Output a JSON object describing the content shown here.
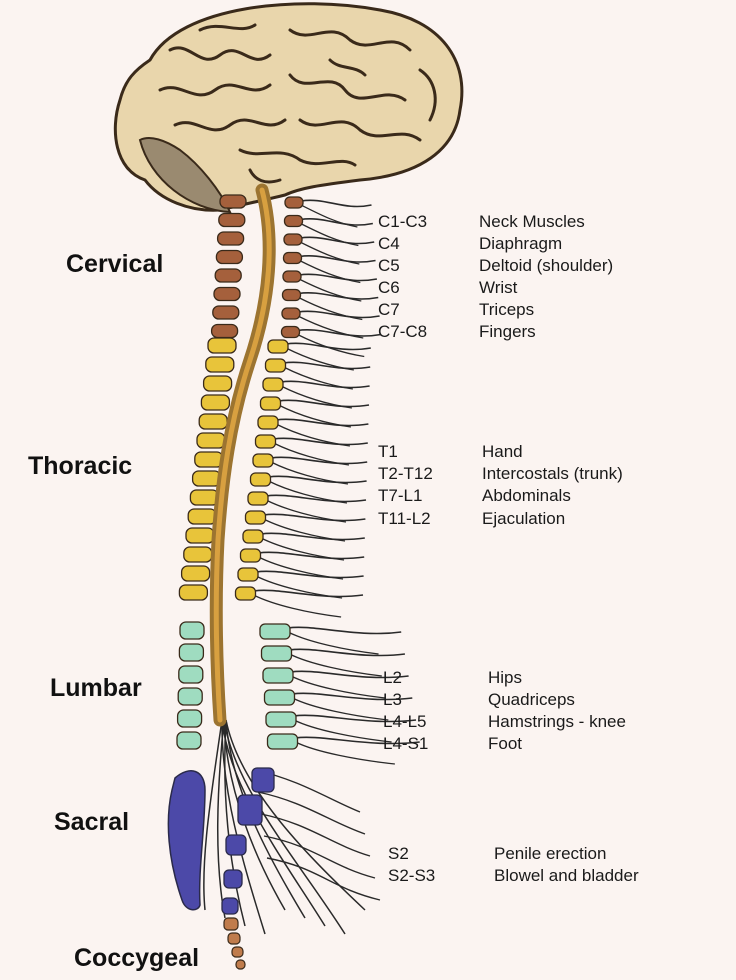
{
  "colors": {
    "background": "#fbf4f1",
    "cervical": "#a5603c",
    "thoracic": "#e8c43a",
    "lumbar": "#9fdcc0",
    "sacral": "#4c49a8",
    "coccygeal": "#c07c4c",
    "cord": "#8c6a2c",
    "brain": "#e8d4a8",
    "nerve": "#2a2a2a"
  },
  "regions": {
    "cervical": "Cervical",
    "thoracic": "Thoracic",
    "lumbar": "Lumbar",
    "sacral": "Sacral",
    "coccygeal": "Coccygeal"
  },
  "innervation": {
    "cervical": [
      {
        "level": "C1-C3",
        "function": "Neck Muscles"
      },
      {
        "level": "C4",
        "function": "Diaphragm"
      },
      {
        "level": "C5",
        "function": "Deltoid (shoulder)"
      },
      {
        "level": "C6",
        "function": "Wrist"
      },
      {
        "level": "C7",
        "function": "Triceps"
      },
      {
        "level": "C7-C8",
        "function": "Fingers"
      }
    ],
    "thoracic": [
      {
        "level": "T1",
        "function": "Hand"
      },
      {
        "level": "T2-T12",
        "function": "Intercostals (trunk)"
      },
      {
        "level": "T7-L1",
        "function": "Abdominals"
      },
      {
        "level": "T11-L2",
        "function": "Ejaculation"
      }
    ],
    "lumbar": [
      {
        "level": "L2",
        "function": "Hips"
      },
      {
        "level": "L3",
        "function": "Quadriceps"
      },
      {
        "level": "L4-L5",
        "function": "Hamstrings - knee"
      },
      {
        "level": "L4-S1",
        "function": "Foot"
      }
    ],
    "sacral": [
      {
        "level": "S2",
        "function": "Penile erection"
      },
      {
        "level": "S2-S3",
        "function": "Blowel and bladder"
      }
    ]
  }
}
